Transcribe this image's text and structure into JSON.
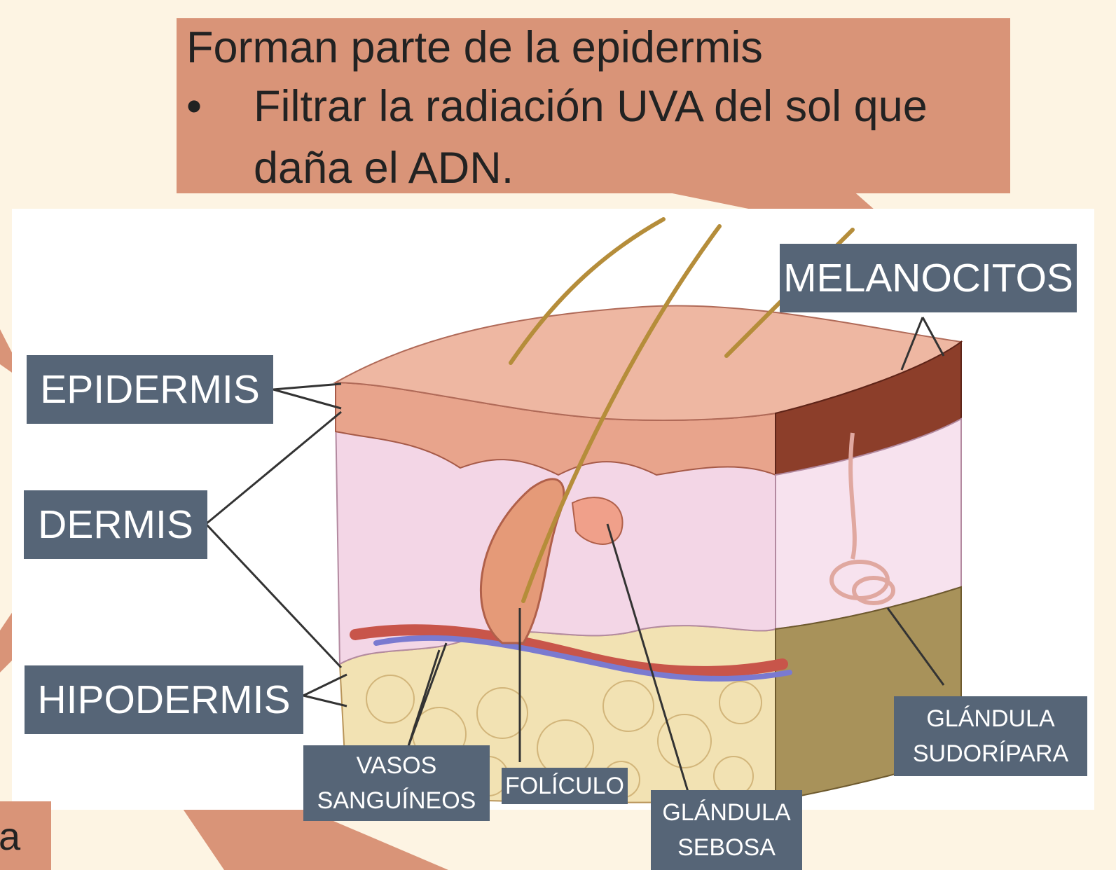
{
  "callout_top": {
    "heading": "Forman parte de la epidermis",
    "bullet": "•",
    "bullet_text": "Filtrar la radiación UVA del sol que daña el ADN."
  },
  "callout_bottom_left": {
    "text": "a"
  },
  "labels": {
    "melanocitos": "MELANOCITOS",
    "epidermis": "EPIDERMIS",
    "dermis": "DERMIS",
    "hipodermis": "HIPODERMIS",
    "vasos": [
      "VASOS",
      "SANGUÍNEOS"
    ],
    "foliculo": "FOLÍCULO",
    "glandula_sebosa": [
      "GLÁNDULA",
      "SEBOSA"
    ],
    "glandula_sudoripara": [
      "GLÁNDULA",
      "SUDORÍPARA"
    ]
  },
  "colors": {
    "page_background": "#fdf4e3",
    "callout": "#d99478",
    "label": "#566577",
    "label_text": "#ffffff",
    "skin_surface": "#e8a48c",
    "dermis": "#f3d6e6",
    "fat": "#f2e2b3",
    "side_face": "#8c3e2a"
  }
}
